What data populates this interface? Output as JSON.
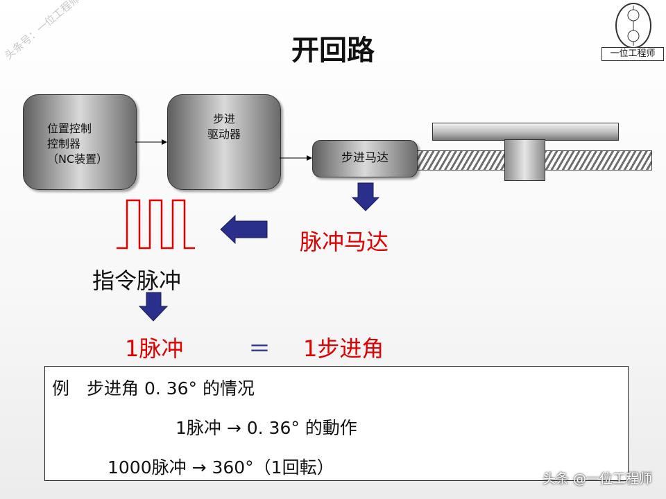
{
  "title": "开回路",
  "watermark_top": "头条号：一位工程师",
  "logo": {
    "label": "一位工程师"
  },
  "blocks": {
    "controller": [
      "位置控制",
      "控制器",
      "（NC装置）"
    ],
    "driver": [
      "步进",
      "驱动器"
    ],
    "motor": "步进马达"
  },
  "labels": {
    "pulse_motor": "脉冲马达",
    "command_pulse": "指令脉冲"
  },
  "equation": {
    "left": "1脉冲",
    "equals": "＝",
    "right": "1步进角"
  },
  "example": {
    "line1": "例　步进角 0. 36° 的情况",
    "line2": "1脉冲 → 0. 36° 的動作",
    "line3": "1000脉冲 → 360°（1回転）"
  },
  "footer_watermark": "头条 @一位工程师",
  "colors": {
    "accent_red": "#e00000",
    "arrow_blue": "#2b2f8c"
  }
}
